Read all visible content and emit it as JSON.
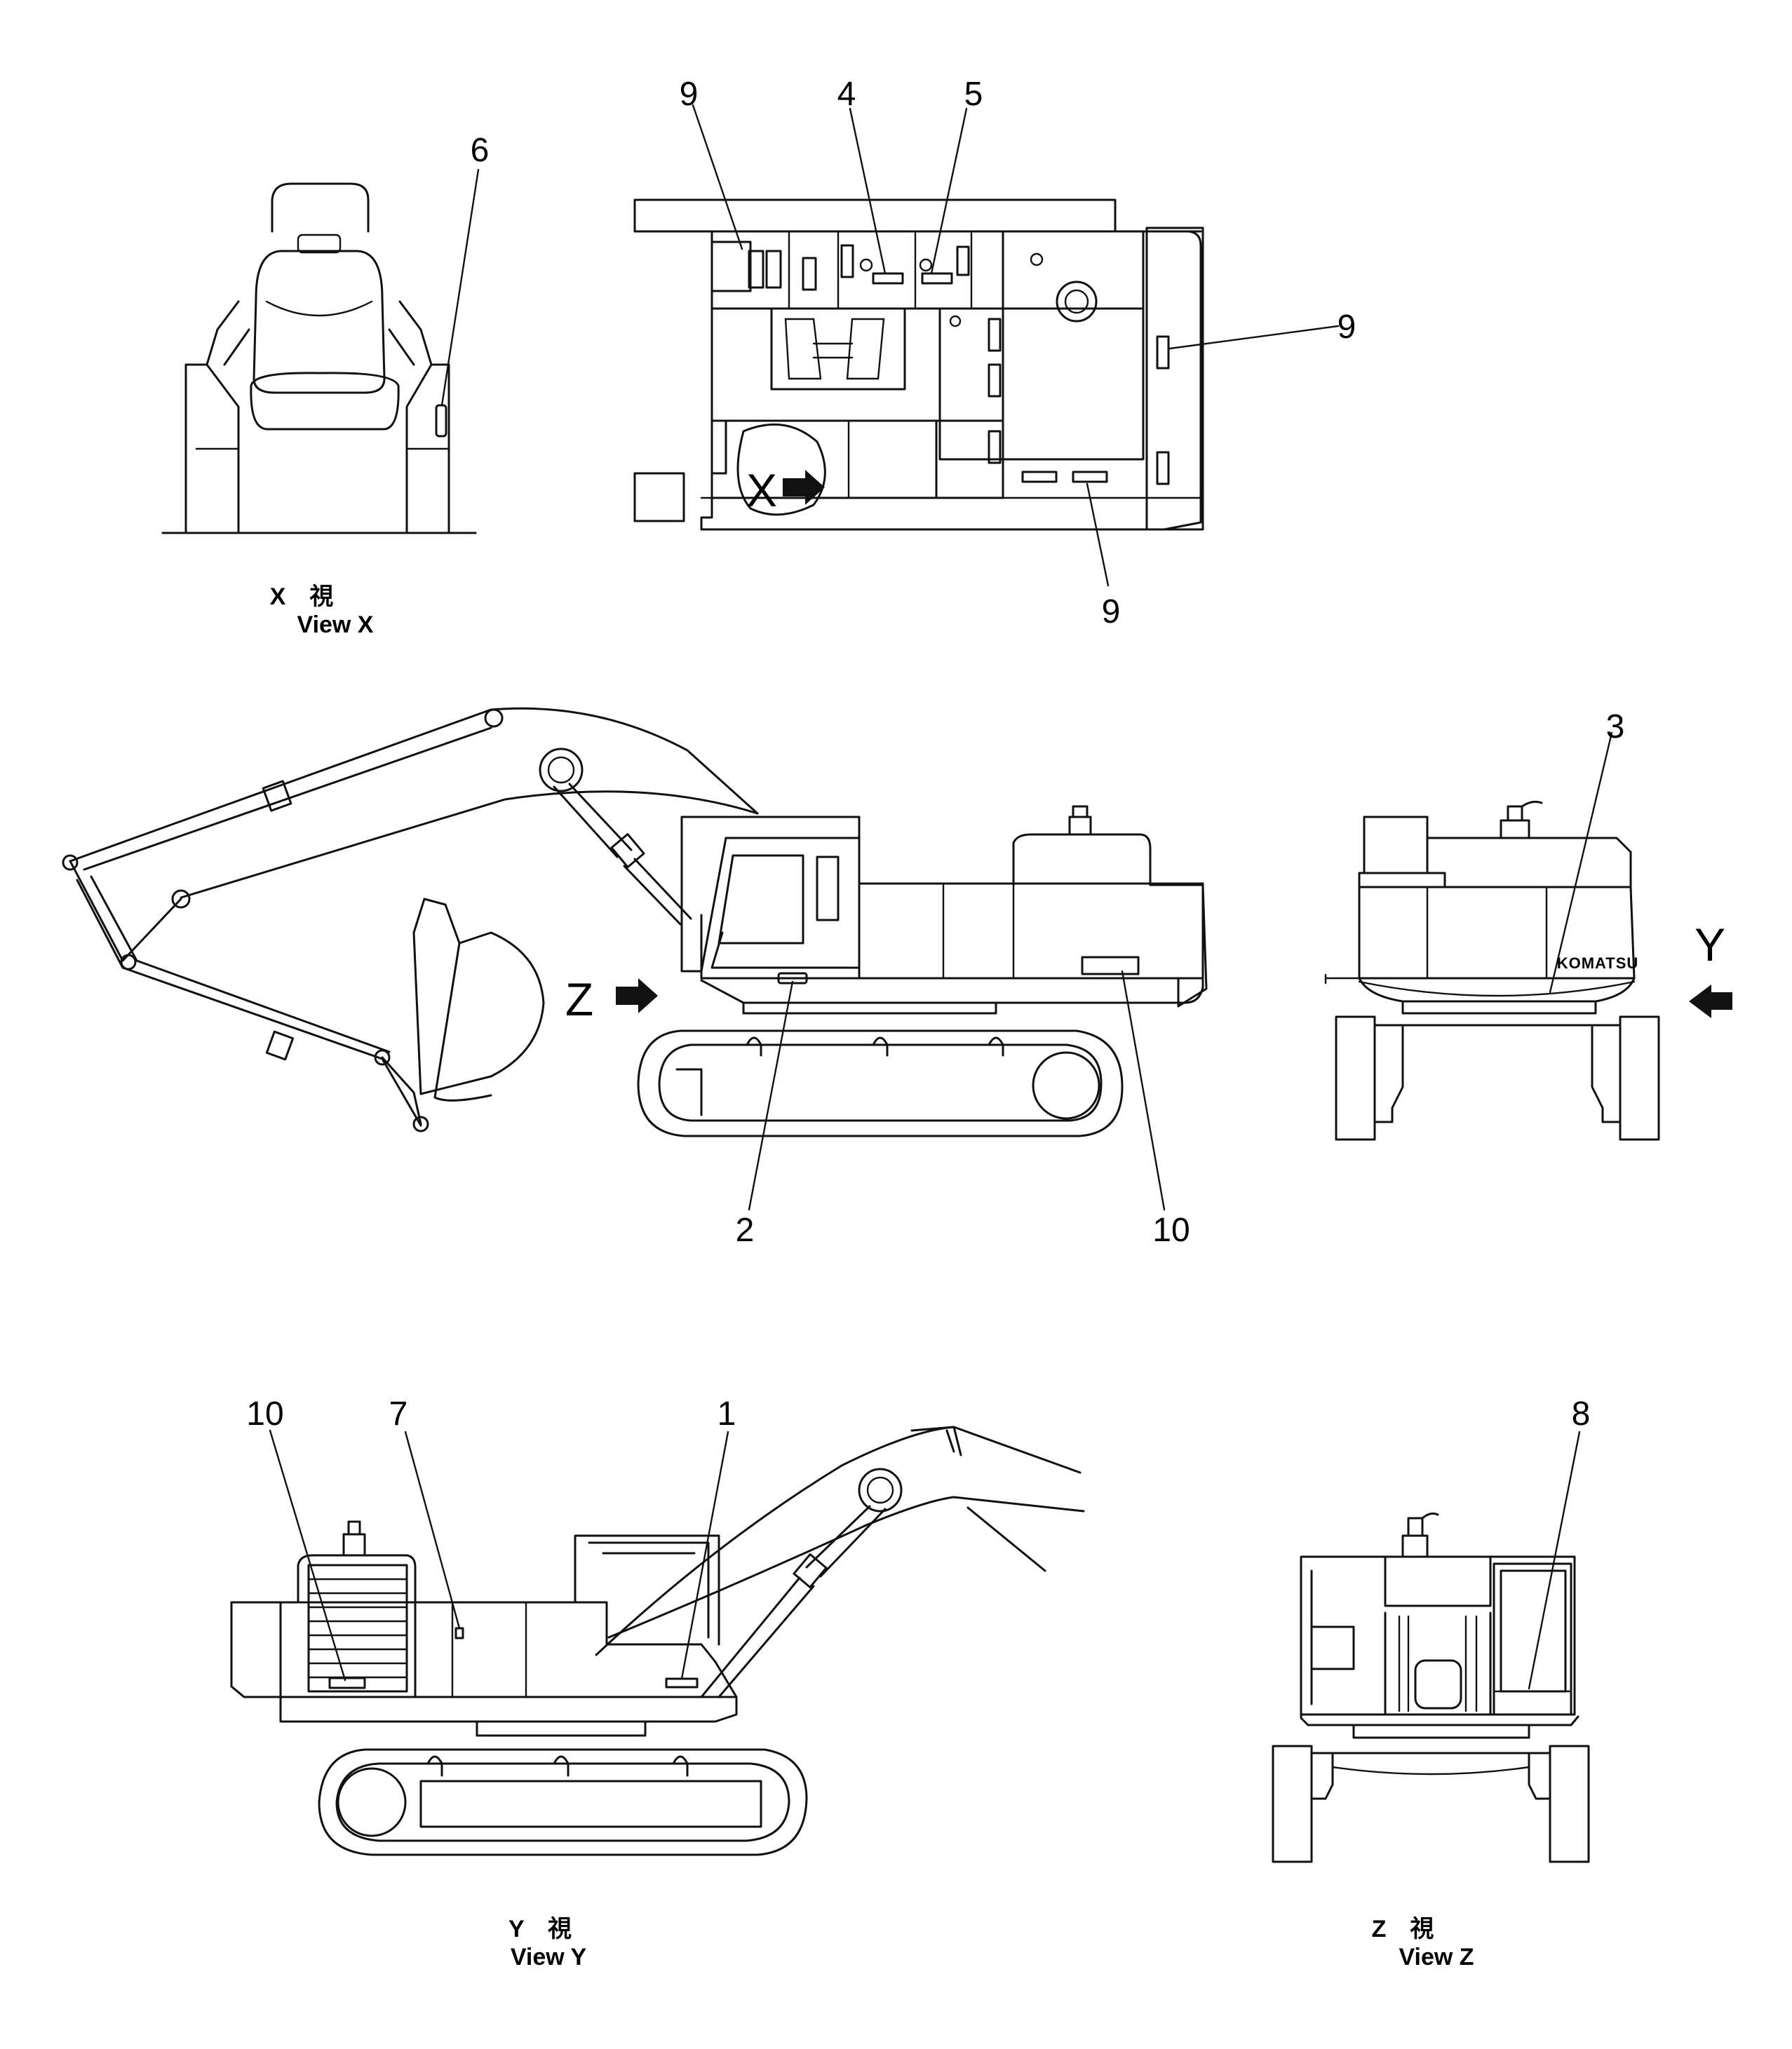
{
  "diagram": {
    "part_labels": {
      "p1": "1",
      "p2": "2",
      "p3": "3",
      "p4": "4",
      "p5": "5",
      "p6": "6",
      "p7": "7",
      "p8": "8",
      "p9": "9",
      "p10": "10"
    },
    "view_letters": {
      "x": "X",
      "y": "Y",
      "z": "Z"
    },
    "captions": {
      "view_x_jp": "X　視",
      "view_x_en": "View  X",
      "view_y_jp": "Y　視",
      "view_y_en": "View  Y",
      "view_z_jp": "Z　視",
      "view_z_en": "View  Z"
    },
    "brand_mark": "KOMATSU",
    "colors": {
      "line": "#111111",
      "background": "#ffffff"
    }
  }
}
